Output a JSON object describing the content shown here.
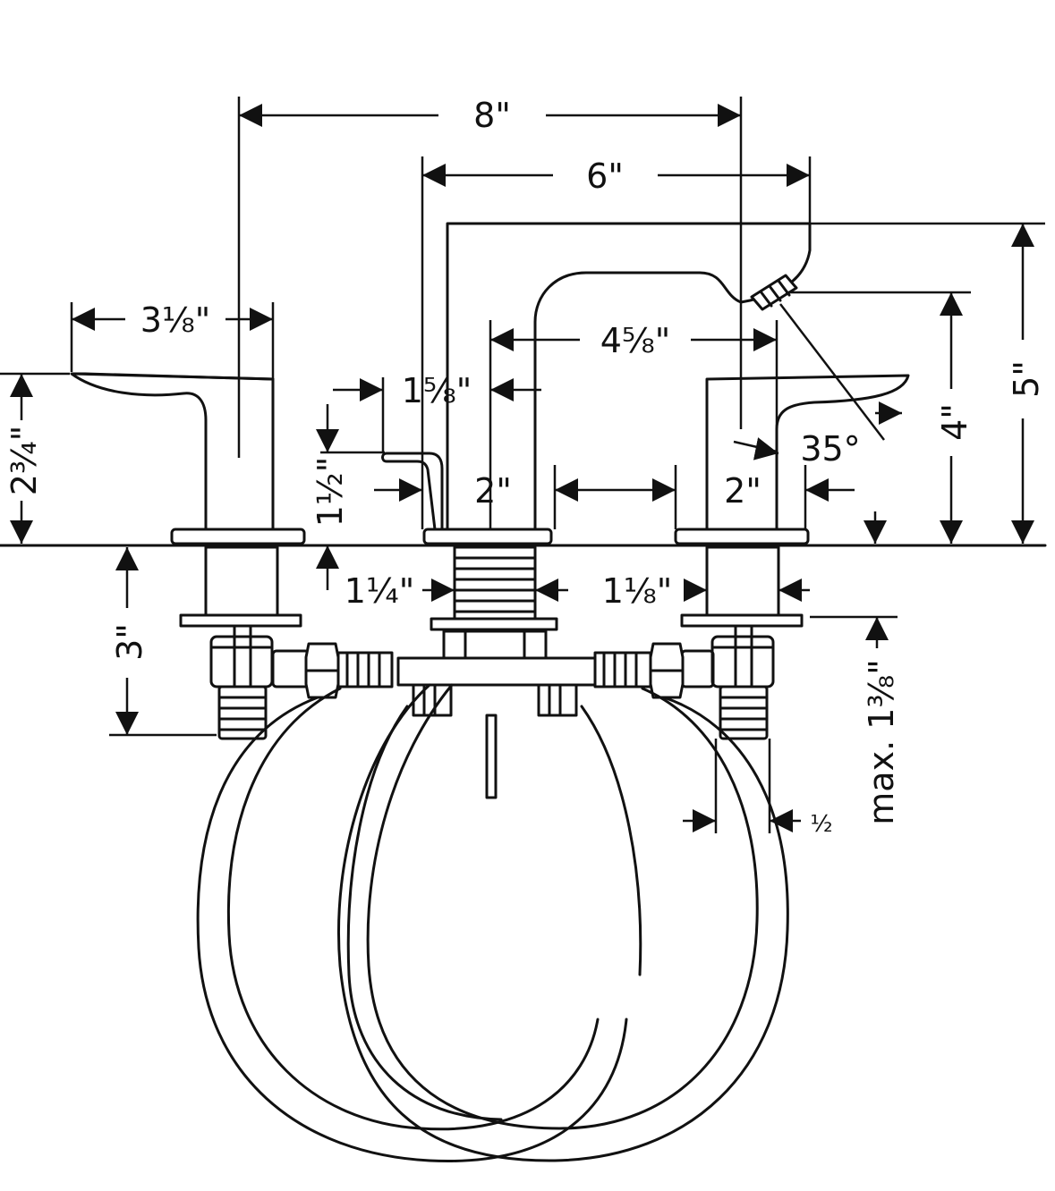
{
  "colors": {
    "ink": "#111111",
    "paper": "#ffffff"
  },
  "dimensions": {
    "overall_width": "8\"",
    "spout_centers": "6\"",
    "handle_length": "3⅛\"",
    "handle_height": "2¾\"",
    "popup_offset": "1⅝\"",
    "popup_height": "1½\"",
    "spout_reach": "4⅝\"",
    "spout_base_width": "2\"",
    "gap": "2\"",
    "valve_base_width": "2\"",
    "spray_angle": "35°",
    "aerator_height": "4\"",
    "spout_height": "5\"",
    "shank_length": "3\"",
    "drain_shank_dia": "1¼\"",
    "valve_shank_dia": "1⅛\"",
    "max_deck": "max. 1⅜\"",
    "connection_size": "½"
  }
}
